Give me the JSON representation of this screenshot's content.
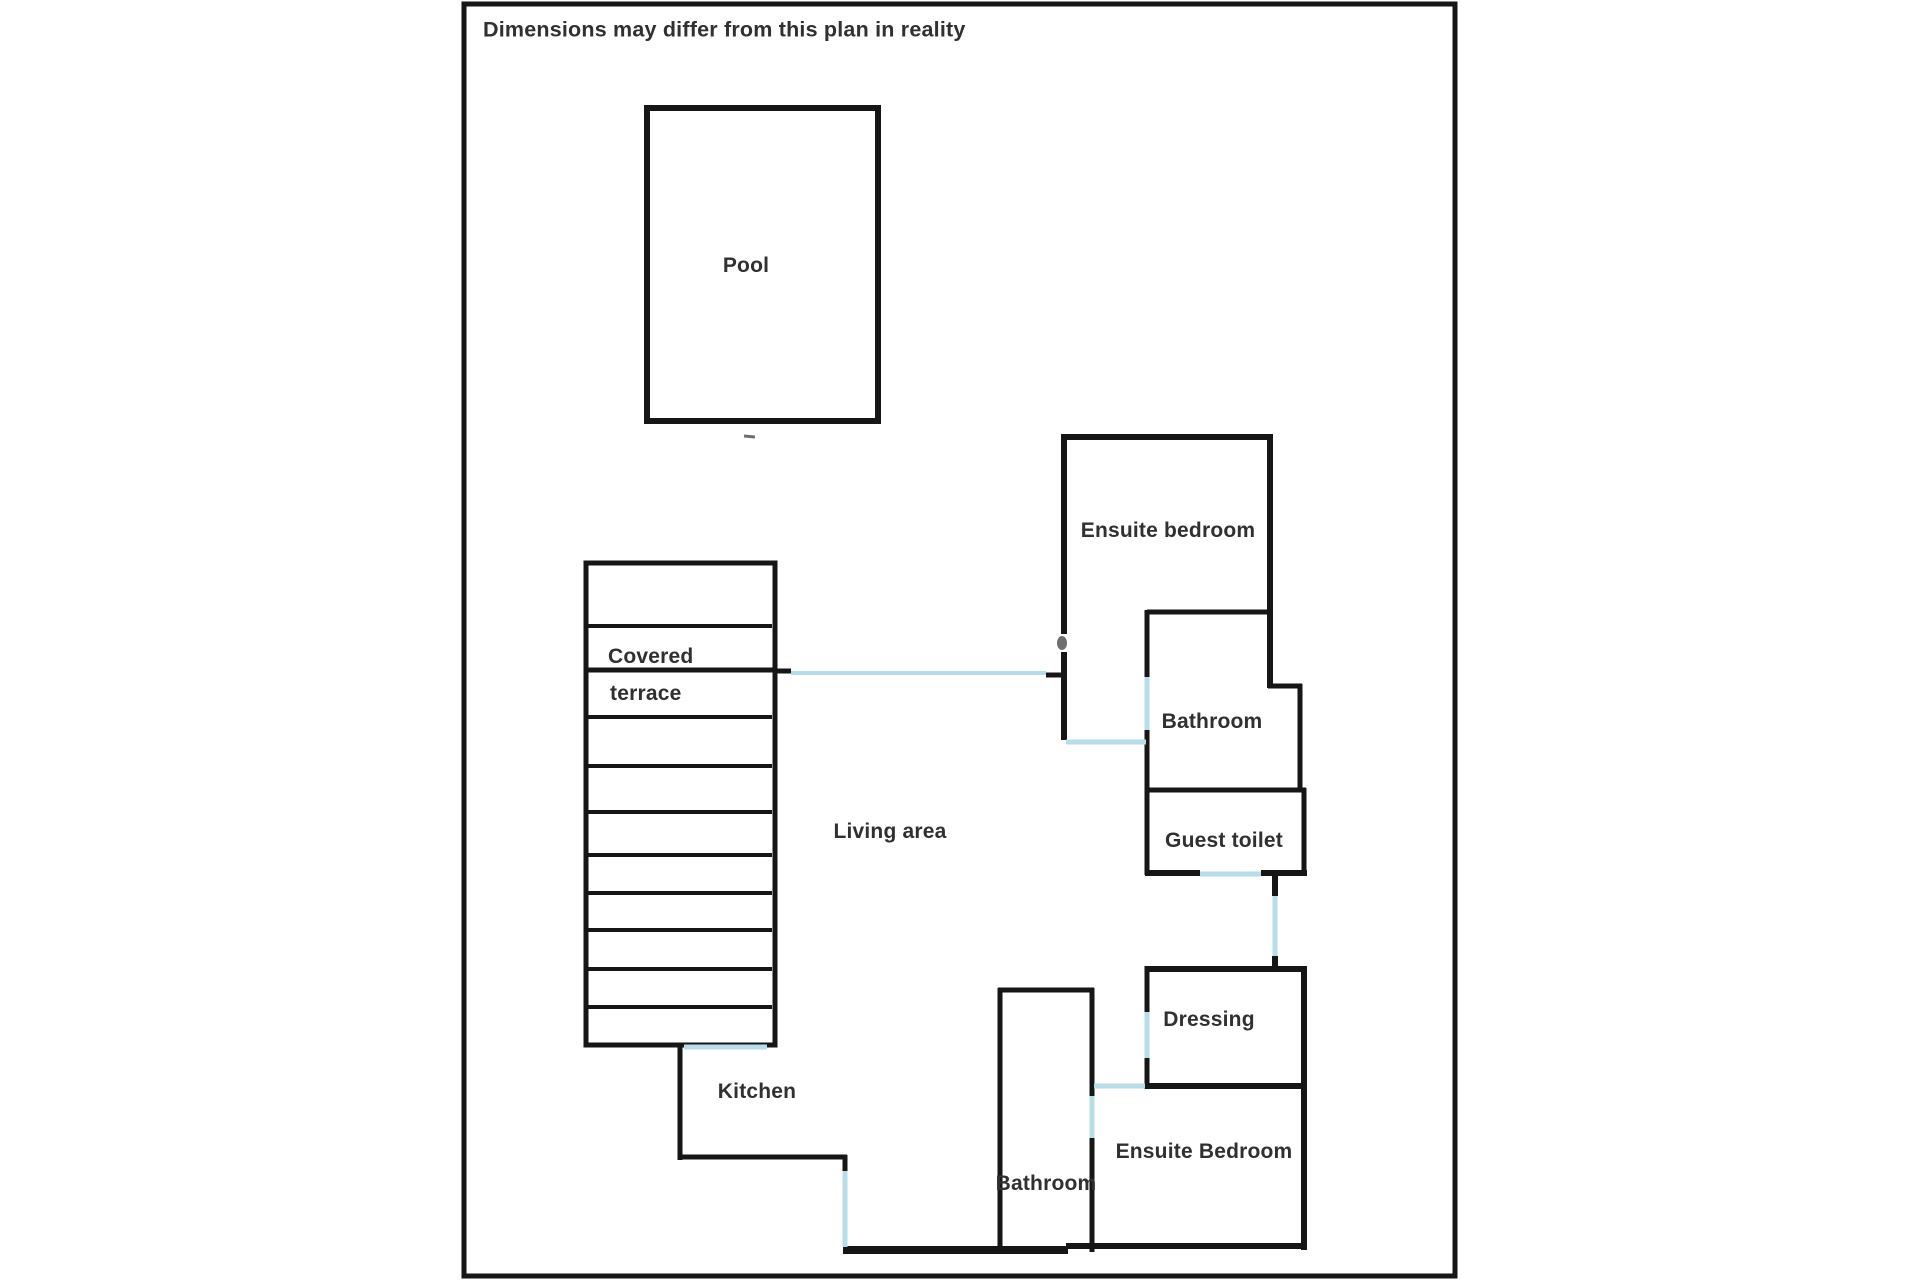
{
  "title": {
    "disclaimer": "Dimensions may differ from this plan in reality"
  },
  "colors": {
    "wall": "#161616",
    "door": "#b7dee8",
    "text": "#303030",
    "artifact": "#6f6f6f"
  },
  "rooms": {
    "pool": "Pool",
    "covered": "Covered",
    "terrace": "terrace",
    "ensuite_bedroom_top": "Ensuite bedroom",
    "bathroom_top": "Bathroom",
    "guest_toilet": "Guest toilet",
    "living_area": "Living area",
    "dressing": "Dressing",
    "kitchen": "Kitchen",
    "ensuite_bedroom_bottom": "Ensuite Bedroom",
    "bathroom_bottom": "Bathroom"
  }
}
